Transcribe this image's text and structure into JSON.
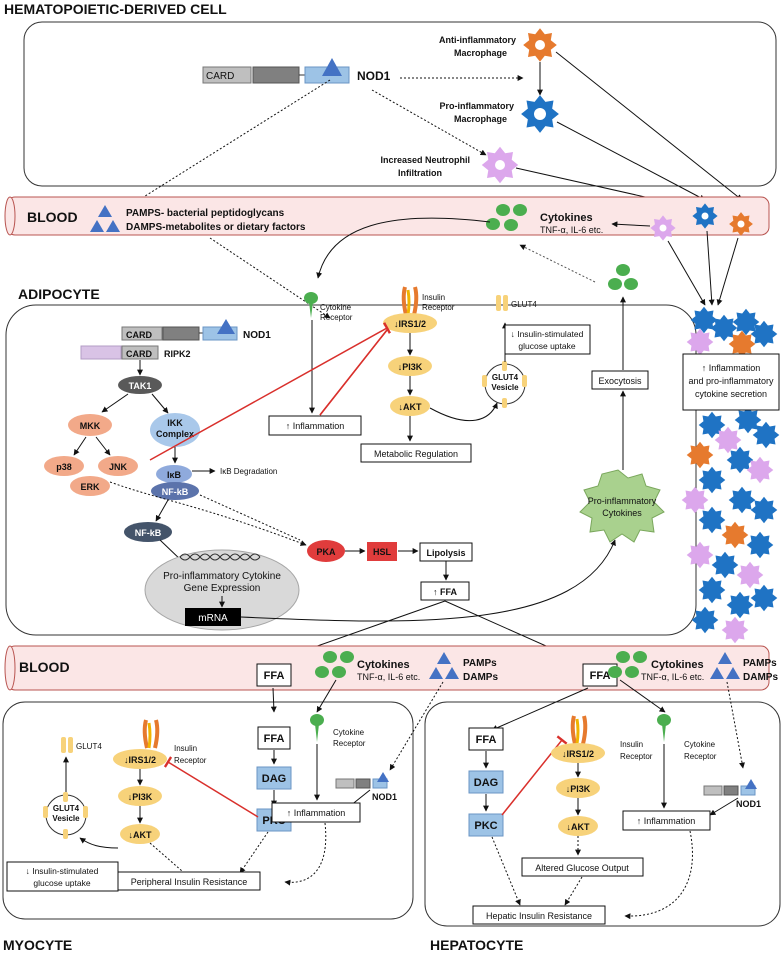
{
  "sections": {
    "hematopoietic": "HEMATOPOIETIC-DERIVED CELL",
    "blood": "BLOOD",
    "adipocyte": "ADIPOCYTE",
    "myocyte": "MYOCYTE",
    "hepatocyte": "HEPATOCYTE"
  },
  "hema": {
    "card": "CARD",
    "nod1": "NOD1",
    "anti_macrophage_1": "Anti-inflammatory",
    "anti_macrophage_2": "Macrophage",
    "pro_macrophage_1": "Pro-inflammatory",
    "pro_macrophage_2": "Macrophage",
    "neutrophil_1": "Increased Neutrophil",
    "neutrophil_2": "Infiltration"
  },
  "blood_top": {
    "pamps": "PAMPS- bacterial peptidoglycans",
    "damps": "DAMPS-metabolites or dietary factors",
    "cytokines": "Cytokines",
    "cytokine_examples": "TNF-α, IL-6 etc."
  },
  "adipocyte": {
    "card1": "CARD",
    "nod1": "NOD1",
    "card2": "CARD",
    "ripk2": "RIPK2",
    "tak1": "TAK1",
    "mkk": "MKK",
    "ikk_1": "IKK",
    "ikk_2": "Complex",
    "p38": "p38",
    "jnk": "JNK",
    "erk": "ERK",
    "ikb": "IκB",
    "ikb_deg": "IκB Degradation",
    "nfkb1": "NF-kB",
    "nfkb2": "NF-kB",
    "gene_expr_1": "Pro-inflammatory Cytokine",
    "gene_expr_2": "Gene Expression",
    "mrna": "mRNA",
    "pka": "PKA",
    "hsl": "HSL",
    "lipolysis": "Lipolysis",
    "ffa": "↑ FFA",
    "cyto_receptor_1": "Cytokine",
    "cyto_receptor_2": "Receptor",
    "inflammation": "↑ Inflammation",
    "irs": "↓IRS1/2",
    "insulin_receptor_1": "Insulin",
    "insulin_receptor_2": "Receptor",
    "pi3k": "↓PI3K",
    "akt": "↓AKT",
    "metabolic": "Metabolic Regulation",
    "glut4": "GLUT4",
    "glut4_vesicle_1": "GLUT4",
    "glut4_vesicle_2": "Vesicle",
    "uptake_1": "↓ Insulin-stimulated",
    "uptake_2": "glucose uptake",
    "exocytosis": "Exocytosis",
    "pro_cyto_1": "Pro-inflammatory",
    "pro_cyto_2": "Cytokines"
  },
  "tissue_box": {
    "line1": "↑ Inflammation",
    "line2": "and pro-inflammatory",
    "line3": "cytokine secretion"
  },
  "blood_bottom": {
    "ffa": "FFA",
    "cytokines": "Cytokines",
    "cytokine_examples": "TNF-α, IL-6 etc.",
    "pamps": "PAMPs",
    "damps": "DAMPs"
  },
  "myocyte": {
    "glut4": "GLUT4",
    "irs": "↓IRS1/2",
    "insulin_receptor_1": "Insulin",
    "insulin_receptor_2": "Receptor",
    "pi3k": "↓PI3K",
    "akt": "↓AKT",
    "glut4_vesicle_1": "GLUT4",
    "glut4_vesicle_2": "Vesicle",
    "uptake_1": "↓ Insulin-stimulated",
    "uptake_2": "glucose uptake",
    "ffa": "FFA",
    "dag": "DAG",
    "pkc": "PKC",
    "cyto_receptor_1": "Cytokine",
    "cyto_receptor_2": "Receptor",
    "nod1": "NOD1",
    "inflammation": "↑ Inflammation",
    "resistance": "Peripheral Insulin Resistance"
  },
  "hepatocyte": {
    "ffa": "FFA",
    "dag": "DAG",
    "pkc": "PKC",
    "irs": "↓IRS1/2",
    "insulin_receptor_1": "Insulin",
    "insulin_receptor_2": "Receptor",
    "pi3k": "↓PI3K",
    "akt": "↓AKT",
    "glucose_output": "Altered Glucose Output",
    "cyto_receptor_1": "Cytokine",
    "cyto_receptor_2": "Receptor",
    "nod1": "NOD1",
    "inflammation": "↑ Inflammation",
    "resistance": "Hepatic Insulin Resistance"
  },
  "colors": {
    "blood_fill": "#fbe6e6",
    "blood_stroke": "#b85450",
    "orange_cell": "#e67a2e",
    "blue_cell": "#1f73c4",
    "pink_cell": "#dca7ec",
    "green": "#4bae4f",
    "tan": "#f7d27a",
    "light_blue_box": "#9dc3e6",
    "red_inhibit": "#d9302c"
  }
}
